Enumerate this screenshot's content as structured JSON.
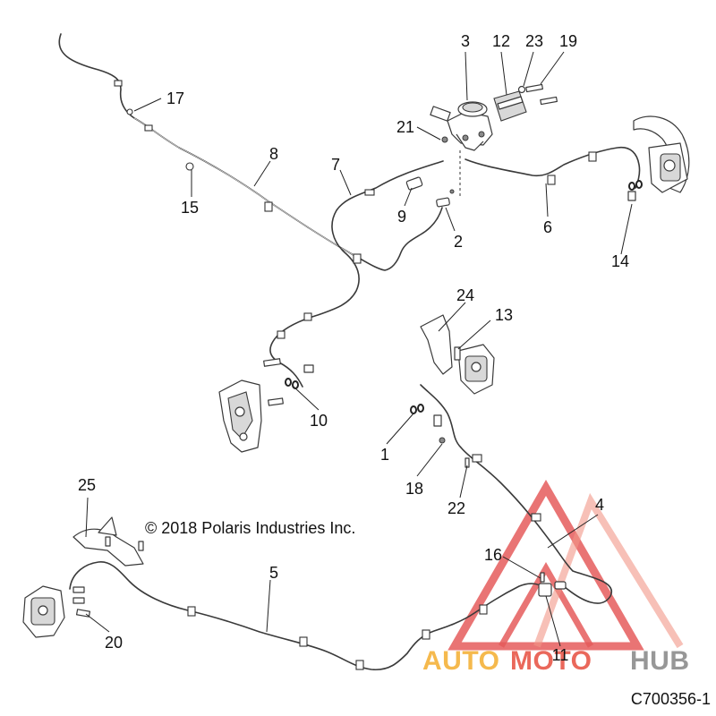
{
  "copyright": "© 2018 Polaris Industries Inc.",
  "document_id": "C700356-1",
  "callouts": [
    {
      "id": "1",
      "label": "1"
    },
    {
      "id": "2",
      "label": "2"
    },
    {
      "id": "3",
      "label": "3"
    },
    {
      "id": "4",
      "label": "4"
    },
    {
      "id": "5",
      "label": "5"
    },
    {
      "id": "6",
      "label": "6"
    },
    {
      "id": "7",
      "label": "7"
    },
    {
      "id": "8",
      "label": "8"
    },
    {
      "id": "9",
      "label": "9"
    },
    {
      "id": "10",
      "label": "10"
    },
    {
      "id": "11",
      "label": "11"
    },
    {
      "id": "12",
      "label": "12"
    },
    {
      "id": "13",
      "label": "13"
    },
    {
      "id": "14",
      "label": "14"
    },
    {
      "id": "15",
      "label": "15"
    },
    {
      "id": "16",
      "label": "16"
    },
    {
      "id": "17",
      "label": "17"
    },
    {
      "id": "18",
      "label": "18"
    },
    {
      "id": "19",
      "label": "19"
    },
    {
      "id": "20",
      "label": "20"
    },
    {
      "id": "21",
      "label": "21"
    },
    {
      "id": "22",
      "label": "22"
    },
    {
      "id": "23",
      "label": "23"
    },
    {
      "id": "24",
      "label": "24"
    },
    {
      "id": "25",
      "label": "25"
    }
  ],
  "watermark": {
    "part1": "AUTO",
    "part2": "MOTO",
    "part3": "HUB",
    "color_auto": "#f5b23a",
    "color_moto": "#e8584a",
    "color_hub": "#8c8c8c",
    "triangle_color": "#e24a4a"
  }
}
